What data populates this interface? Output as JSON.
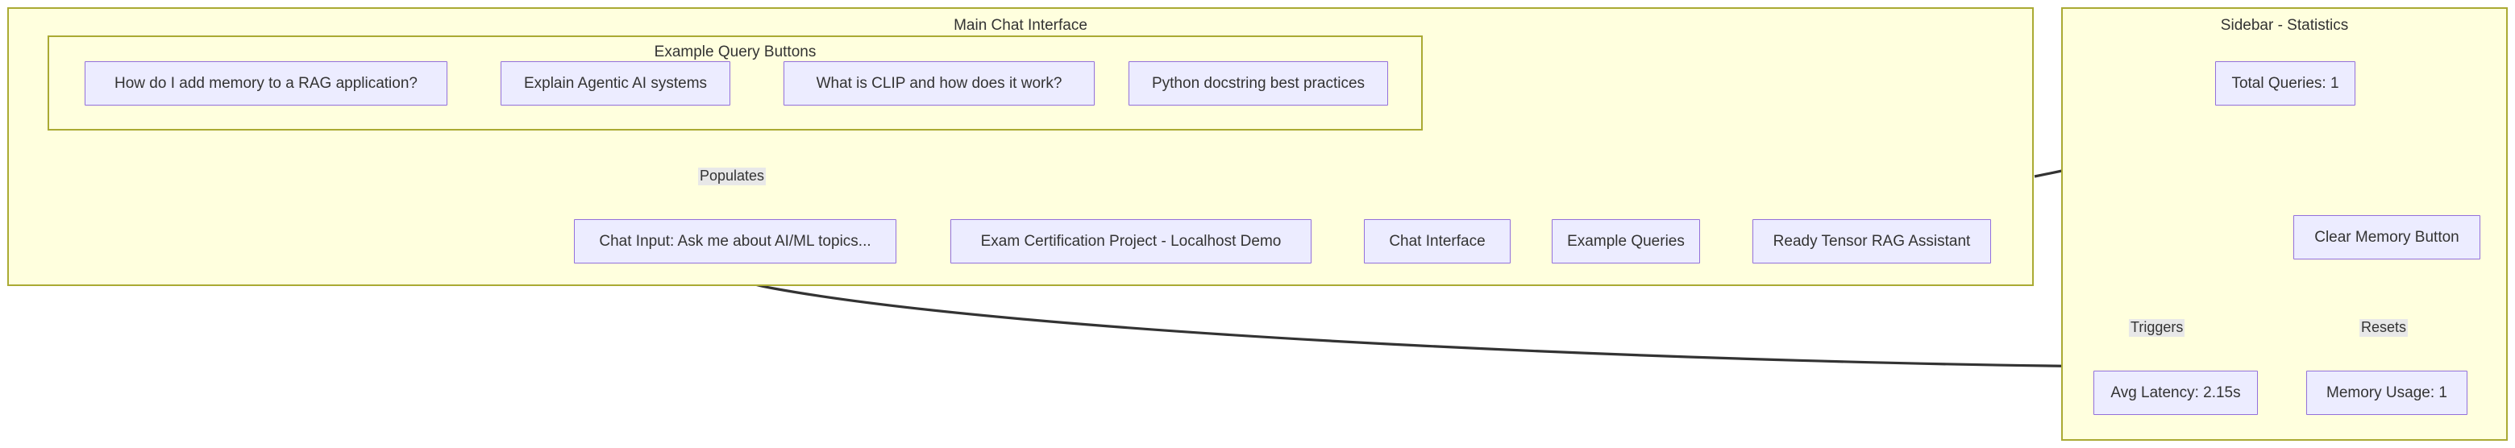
{
  "diagram": {
    "type": "flowchart",
    "background": "#ffffff",
    "colors": {
      "subgraph_fill": "#ffffde",
      "subgraph_stroke": "#aaaa33",
      "node_fill": "#ececff",
      "node_stroke": "#9370db",
      "text": "#333333",
      "edge_stroke": "#333333",
      "edge_label_bg": "#e8e8e8"
    },
    "subgraphs": [
      {
        "id": "main-chat-interface",
        "title": "Main Chat Interface"
      },
      {
        "id": "example-query-buttons",
        "title": "Example Query Buttons"
      },
      {
        "id": "sidebar-statistics",
        "title": "Sidebar - Statistics"
      }
    ],
    "nodes": [
      {
        "id": "q-rag-memory",
        "label": "How do I add memory to a RAG application?"
      },
      {
        "id": "q-agentic-ai",
        "label": "Explain Agentic AI systems"
      },
      {
        "id": "q-clip",
        "label": "What is CLIP and how does it work?"
      },
      {
        "id": "q-docstring",
        "label": "Python docstring best practices"
      },
      {
        "id": "chat-input",
        "label": "Chat Input: Ask me about AI/ML topics..."
      },
      {
        "id": "exam-project",
        "label": "Exam Certification Project - Localhost Demo"
      },
      {
        "id": "chat-interface",
        "label": "Chat Interface"
      },
      {
        "id": "example-queries",
        "label": "Example Queries"
      },
      {
        "id": "rag-assistant",
        "label": "Ready Tensor RAG Assistant"
      },
      {
        "id": "total-queries",
        "label": "Total Queries: 1"
      },
      {
        "id": "clear-memory",
        "label": "Clear Memory Button"
      },
      {
        "id": "avg-latency",
        "label": "Avg Latency: 2.15s"
      },
      {
        "id": "memory-usage",
        "label": "Memory Usage: 1"
      }
    ],
    "edges": [
      {
        "id": "edge-populates",
        "from": "example-query-buttons",
        "to": "chat-input",
        "label": "Populates"
      },
      {
        "id": "edge-triggers",
        "from": "chat-input",
        "to": "avg-latency",
        "label": "Triggers"
      },
      {
        "id": "edge-resets",
        "from": "clear-memory",
        "to": "memory-usage",
        "label": "Resets"
      },
      {
        "id": "edge-link",
        "from": "main-chat-interface",
        "to": "sidebar-statistics",
        "label": ""
      }
    ]
  }
}
